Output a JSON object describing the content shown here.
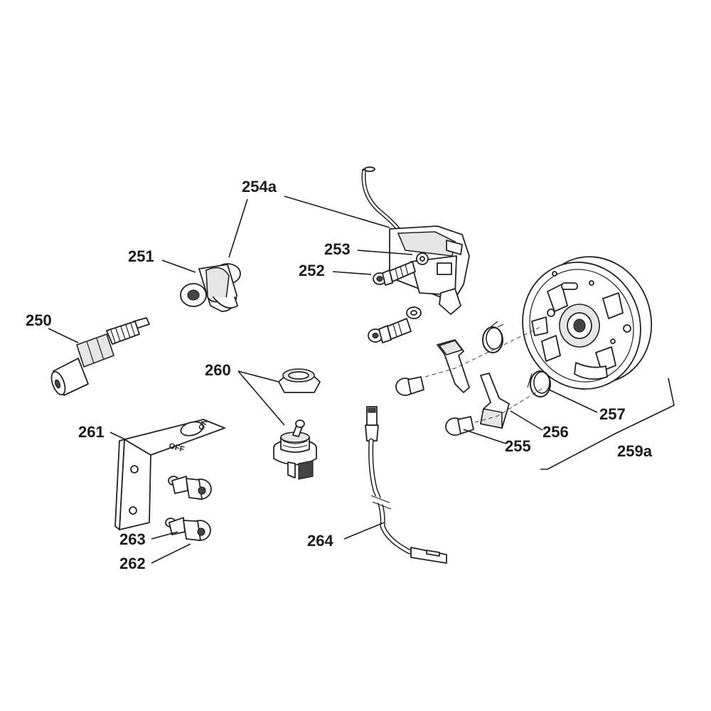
{
  "diagram": {
    "labels": {
      "p250": "250",
      "p251": "251",
      "p252": "252",
      "p253": "253",
      "p254a": "254a",
      "p255": "255",
      "p256": "256",
      "p257": "257",
      "p259a": "259a",
      "p260": "260",
      "p261": "261",
      "p262": "262",
      "p263": "263",
      "p264": "264"
    },
    "bracket_markings": {
      "on": "ON",
      "off": "OFF"
    }
  }
}
